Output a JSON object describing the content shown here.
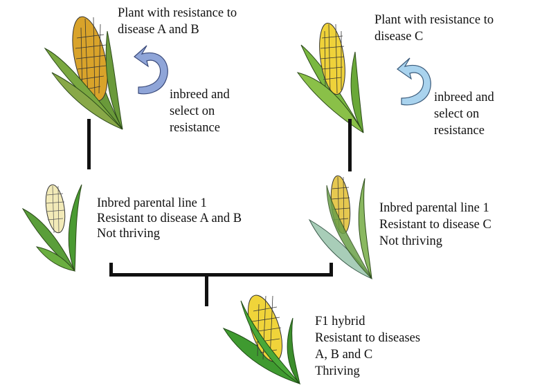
{
  "top_left": {
    "title_lines": [
      "Plant with resistance to",
      "disease A and B"
    ],
    "step_lines": [
      "inbreed and",
      "select on",
      "resistance"
    ],
    "arrow_color": "#8fa5d8"
  },
  "top_right": {
    "title_lines": [
      "Plant with resistance to",
      "disease C"
    ],
    "step_lines": [
      "inbreed and",
      "select on",
      "resistance"
    ],
    "arrow_color": "#a9d3ee"
  },
  "inbred_left": {
    "lines": [
      "Inbred parental line 1",
      "Resistant to disease A and B",
      "Not thriving"
    ]
  },
  "inbred_right": {
    "lines": [
      "Inbred parental line 1",
      "Resistant to disease C",
      "Not thriving"
    ]
  },
  "hybrid": {
    "lines": [
      "F1 hybrid",
      "Resistant to diseases",
      "A, B and C",
      "Thriving"
    ]
  },
  "colors": {
    "kernel_yellow": "#e8c230",
    "leaf_green": "#5a9e3a",
    "leaf_pale": "#a8cdb8",
    "kernel_pale": "#f2eab8",
    "connector": "#111111"
  }
}
